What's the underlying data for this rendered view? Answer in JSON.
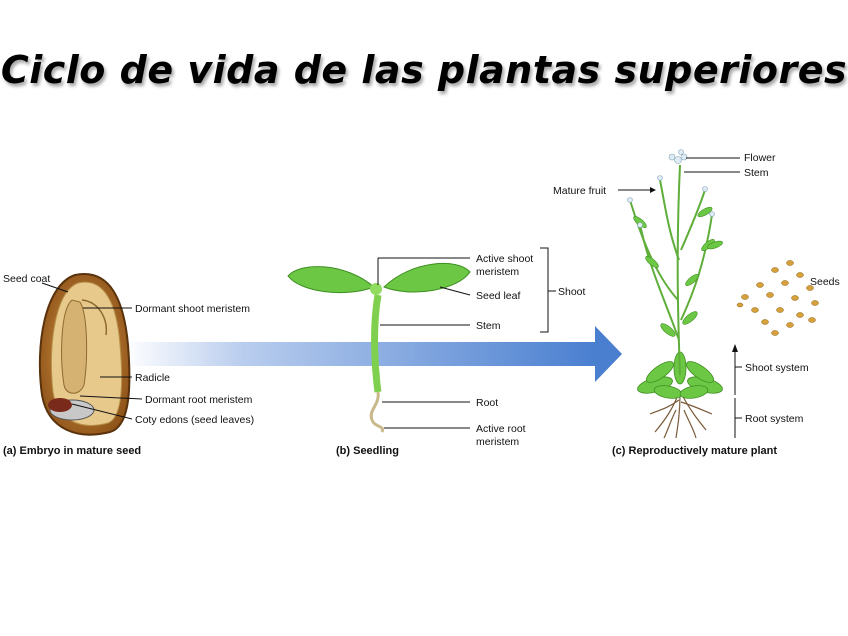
{
  "title": "Ciclo de vida de las plantas superiores",
  "colors": {
    "arrow": "#4a7fd0",
    "leaf": "#6cc744",
    "seed_coat": "#a0621e",
    "embryo": "#e8c88a",
    "root": "#7a5a3a"
  },
  "panel_a": {
    "caption": "(a) Embryo in mature seed",
    "labels": {
      "seed_coat": "Seed coat",
      "shoot_meristem": "Dormant shoot meristem",
      "radicle": "Radicle",
      "root_meristem": "Dormant root meristem",
      "cotyledons": "Coty edons (seed leaves)"
    }
  },
  "panel_b": {
    "caption": "(b) Seedling",
    "labels": {
      "active_shoot_1": "Active shoot",
      "active_shoot_2": "meristem",
      "seed_leaf": "Seed leaf",
      "shoot": "Shoot",
      "stem": "Stem",
      "root": "Root",
      "active_root_1": "Active root",
      "active_root_2": "meristem"
    }
  },
  "panel_c": {
    "caption": "(c) Reproductively mature plant",
    "labels": {
      "flower": "Flower",
      "stem": "Stem",
      "mature_fruit": "Mature fruit",
      "seeds": "Seeds",
      "shoot_system": "Shoot system",
      "root_system": "Root system"
    }
  }
}
